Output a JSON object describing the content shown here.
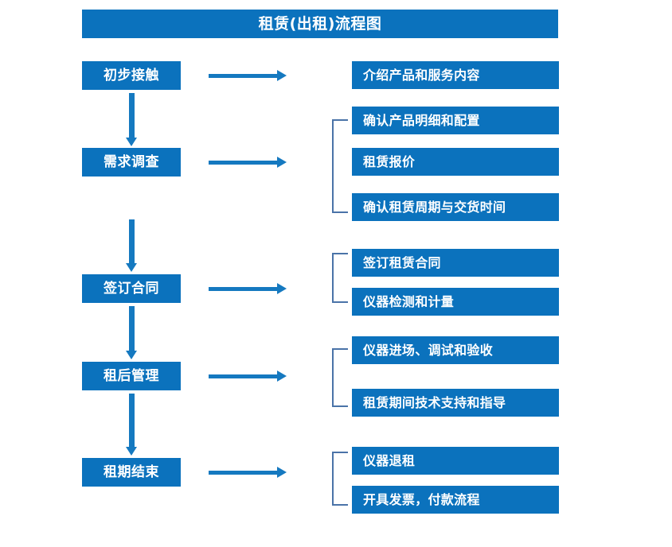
{
  "diagram": {
    "title": "租赁(出租)流程图",
    "colors": {
      "box_blue": "#0b72bd",
      "arrow_blue": "#1579c0",
      "bracket_blue": "#4a73a8",
      "text_white": "#ffffff",
      "background": "#ffffff"
    },
    "stages": [
      {
        "id": "stage-1",
        "label": "初步接触",
        "details": [
          "介绍产品和服务内容"
        ],
        "grouped": false
      },
      {
        "id": "stage-2",
        "label": "需求调查",
        "details": [
          "确认产品明细和配置",
          "租赁报价",
          "确认租赁周期与交货时间"
        ],
        "grouped": true
      },
      {
        "id": "stage-3",
        "label": "签订合同",
        "details": [
          "签订租赁合同",
          "仪器检测和计量"
        ],
        "grouped": true
      },
      {
        "id": "stage-4",
        "label": "租后管理",
        "details": [
          "仪器进场、调试和验收",
          "租赁期间技术支持和指导"
        ],
        "grouped": true
      },
      {
        "id": "stage-5",
        "label": "租期结束",
        "details": [
          "仪器退租",
          "开具发票，付款流程"
        ],
        "grouped": true
      }
    ],
    "details_flat": [
      "介绍产品和服务内容",
      "确认产品明细和配置",
      "租赁报价",
      "确认租赁周期与交货时间",
      "签订租赁合同",
      "仪器检测和计量",
      "仪器进场、调试和验收",
      "租赁期间技术支持和指导",
      "仪器退租",
      "开具发票，付款流程"
    ]
  }
}
